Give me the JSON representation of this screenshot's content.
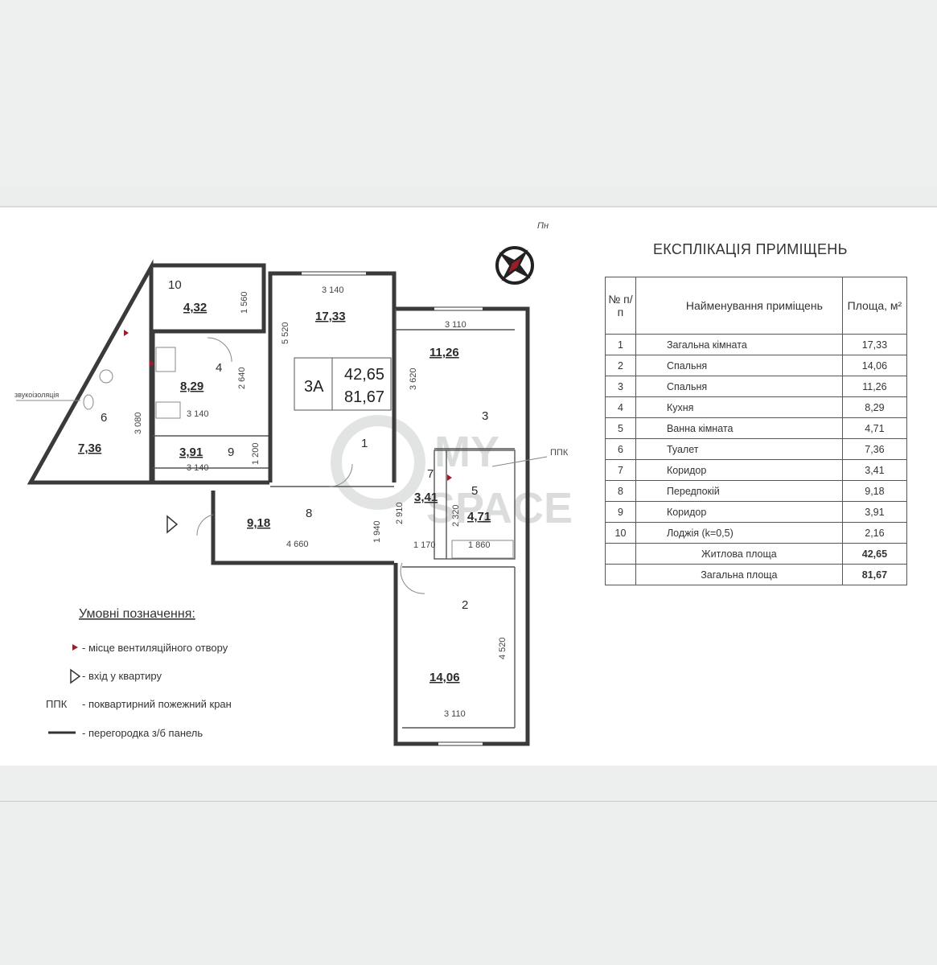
{
  "plan": {
    "apartment": "3А",
    "living_area": "42,65",
    "total_area": "81,67",
    "north": "Пн",
    "fire_hydrant": "ППК",
    "soundproofing": "звукоізоляція",
    "rooms": [
      {
        "number": "1",
        "area": "17,33"
      },
      {
        "number": "2",
        "area": "14,06"
      },
      {
        "number": "3",
        "area": "11,26"
      },
      {
        "number": "4",
        "area": "8,29"
      },
      {
        "number": "5",
        "area": "4,71"
      },
      {
        "number": "6",
        "area": "7,36"
      },
      {
        "number": "7",
        "area": "3,41"
      },
      {
        "number": "8",
        "area": "9,18"
      },
      {
        "number": "9",
        "area": "3,91"
      },
      {
        "number": "10",
        "area": "4,32"
      }
    ],
    "dimensions": [
      "3 140",
      "5 520",
      "3 110",
      "3 620",
      "1 560",
      "2 640",
      "3 140",
      "3 080",
      "3 140",
      "1 200",
      "4 660",
      "1 940",
      "2 910",
      "2 320",
      "1 170",
      "1 860",
      "4 520",
      "3 110"
    ],
    "watermark": [
      "MY",
      "SPACE"
    ]
  },
  "legend": {
    "title": "Умовні позначення:",
    "items": [
      {
        "symbol": "vent",
        "text": "- місце вентиляційного отвору"
      },
      {
        "symbol": "entrance",
        "text": "- вхід у квартиру"
      },
      {
        "symbol": "ППК",
        "text": "- поквартирний пожежний кран"
      },
      {
        "symbol": "panel",
        "text": "- перегородка з/б панель"
      }
    ]
  },
  "explication": {
    "title": "ЕКСПЛІКАЦІЯ ПРИМІЩЕНЬ",
    "headers": [
      "№ п/п",
      "Найменування приміщень",
      "Площа, м²"
    ],
    "rows": [
      {
        "n": "1",
        "name": "Загальна кімната",
        "area": "17,33"
      },
      {
        "n": "2",
        "name": "Спальня",
        "area": "14,06"
      },
      {
        "n": "3",
        "name": "Спальня",
        "area": "11,26"
      },
      {
        "n": "4",
        "name": "Кухня",
        "area": "8,29"
      },
      {
        "n": "5",
        "name": "Ванна кімната",
        "area": "4,71"
      },
      {
        "n": "6",
        "name": "Туалет",
        "area": "7,36"
      },
      {
        "n": "7",
        "name": "Коридор",
        "area": "3,41"
      },
      {
        "n": "8",
        "name": "Передпокій",
        "area": "9,18"
      },
      {
        "n": "9",
        "name": "Коридор",
        "area": "3,91"
      },
      {
        "n": "10",
        "name": "Лоджія  (k=0,5)",
        "area": "2,16"
      }
    ],
    "totals": [
      {
        "name": "Житлова площа",
        "area": "42,65"
      },
      {
        "name": "Загальна площа",
        "area": "81,67"
      }
    ]
  }
}
